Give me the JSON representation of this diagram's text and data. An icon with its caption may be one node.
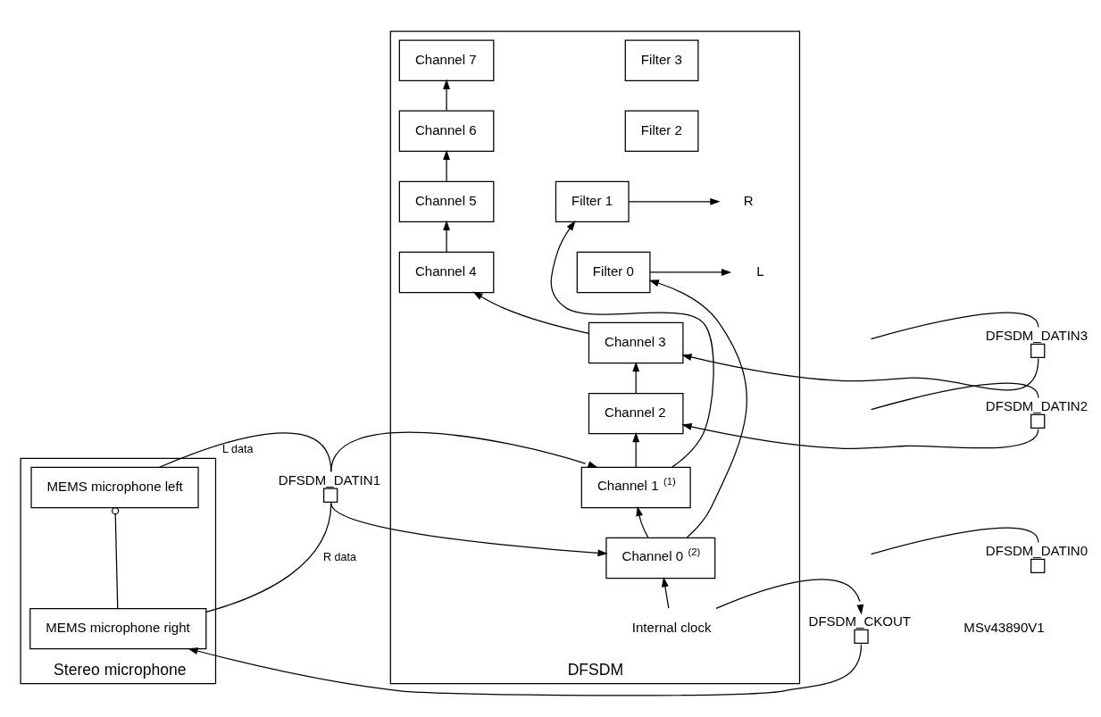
{
  "diagram": {
    "nodes": [
      {
        "text": [
          "Stereo microphone"
        ]
      },
      {
        "text": [
          "MEMS microphone left"
        ],
        "in": 0
      },
      {
        "text": [
          "MEMS microphone right"
        ],
        "in": 0
      },
      {
        "text": [
          "DFSDM"
        ]
      },
      {
        "text": [
          "Channel 7"
        ],
        "in": 3
      },
      {
        "text": [
          "Channel 6"
        ],
        "in": 3
      },
      {
        "text": [
          "Channel 5"
        ],
        "in": 3
      },
      {
        "text": [
          "Channel 4"
        ],
        "in": 3
      },
      {
        "text": [
          "Channel 3"
        ],
        "in": 3
      },
      {
        "text": [
          "Channel 2"
        ],
        "in": 3
      },
      {
        "text": [
          "Channel 1 $^{(1)}$"
        ],
        "in": 3
      },
      {
        "text": [
          "Channel 0 $^{(2)}$"
        ],
        "in": 3
      },
      {
        "text": [
          "Filter 3"
        ],
        "in": 3
      },
      {
        "text": [
          "Filter 2"
        ],
        "in": 3
      },
      {
        "text": [
          "Filter 1"
        ],
        "in": 3
      },
      {
        "text": [
          "Filter 0"
        ],
        "in": 3
      },
      {
        "text": [
          "R"
        ],
        "in": 3
      },
      {
        "text": [
          "L"
        ],
        "in": 3
      },
      {
        "text": [
          "Internal clock"
        ],
        "in": 3
      },
      {
        "text": [],
        "shape": "box",
        "beside": [
          "DFSDM_DATIN3"
        ]
      },
      {
        "text": [],
        "shape": "box",
        "beside": [
          "DFSDM_DATIN2"
        ]
      },
      {
        "text": [],
        "shape": "box",
        "beside": [
          "DFSDM_DATIN1"
        ]
      },
      {
        "text": [],
        "shape": "box",
        "beside": [
          "DFSDM_DATIN0"
        ]
      },
      {
        "text": [],
        "shape": "box",
        "beside": [
          "DFSDM_CKOUT"
        ]
      }
    ],
    "edges": [
      {
        "from": null,
        "to": 19,
        "arrow": "none"
      },
      {
        "from": null,
        "to": 20,
        "arrow": "none"
      },
      {
        "from": 1,
        "to": 21,
        "arrow": "none",
        "label": "L data"
      },
      {
        "from": 2,
        "to": 21,
        "arrow": "none",
        "label": "R data"
      },
      {
        "from": null,
        "to": 22,
        "arrow": "none"
      },
      {
        "from": 2,
        "to": 1,
        "arrow": "other"
      },
      {
        "from": 19,
        "to": 8,
        "arrow": "to"
      },
      {
        "from": 20,
        "to": 9,
        "arrow": "to"
      },
      {
        "from": 21,
        "to": 10,
        "arrow": "to"
      },
      {
        "from": 21,
        "to": 11,
        "arrow": "to"
      },
      {
        "from": 11,
        "to": 10,
        "arrow": "to"
      },
      {
        "from": 10,
        "to": 9,
        "arrow": "to"
      },
      {
        "from": 9,
        "to": 8,
        "arrow": "to"
      },
      {
        "from": 8,
        "to": 7,
        "arrow": "to"
      },
      {
        "from": 7,
        "to": 6,
        "arrow": "to"
      },
      {
        "from": 6,
        "to": 5,
        "arrow": "to"
      },
      {
        "from": 5,
        "to": 4,
        "arrow": "to"
      },
      {
        "from": 10,
        "to": 14,
        "arrow": "to"
      },
      {
        "from": 11,
        "to": 15,
        "arrow": "to"
      },
      {
        "from": 14,
        "to": 16,
        "arrow": "to"
      },
      {
        "from": 15,
        "to": 17,
        "arrow": "to"
      },
      {
        "from": 18,
        "to": 23,
        "arrow": "to"
      },
      {
        "from": 18,
        "to": 11,
        "arrow": "to"
      },
      {
        "from": 23,
        "to": 2,
        "arrow": "to"
      }
    ],
    "labels": [
      "MSv43890V1"
    ]
  }
}
